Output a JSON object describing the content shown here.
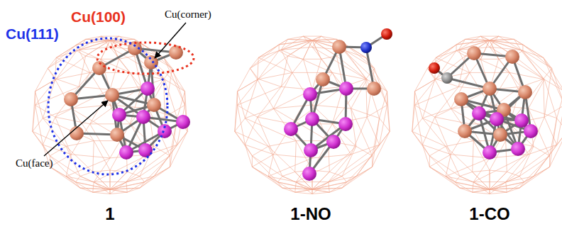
{
  "diagram": {
    "labels": [
      "Cu(100)",
      "Cu(111)",
      "Cu(corner)",
      "Cu(face)",
      "1",
      "1-NO",
      "1-CO"
    ]
  }
}
